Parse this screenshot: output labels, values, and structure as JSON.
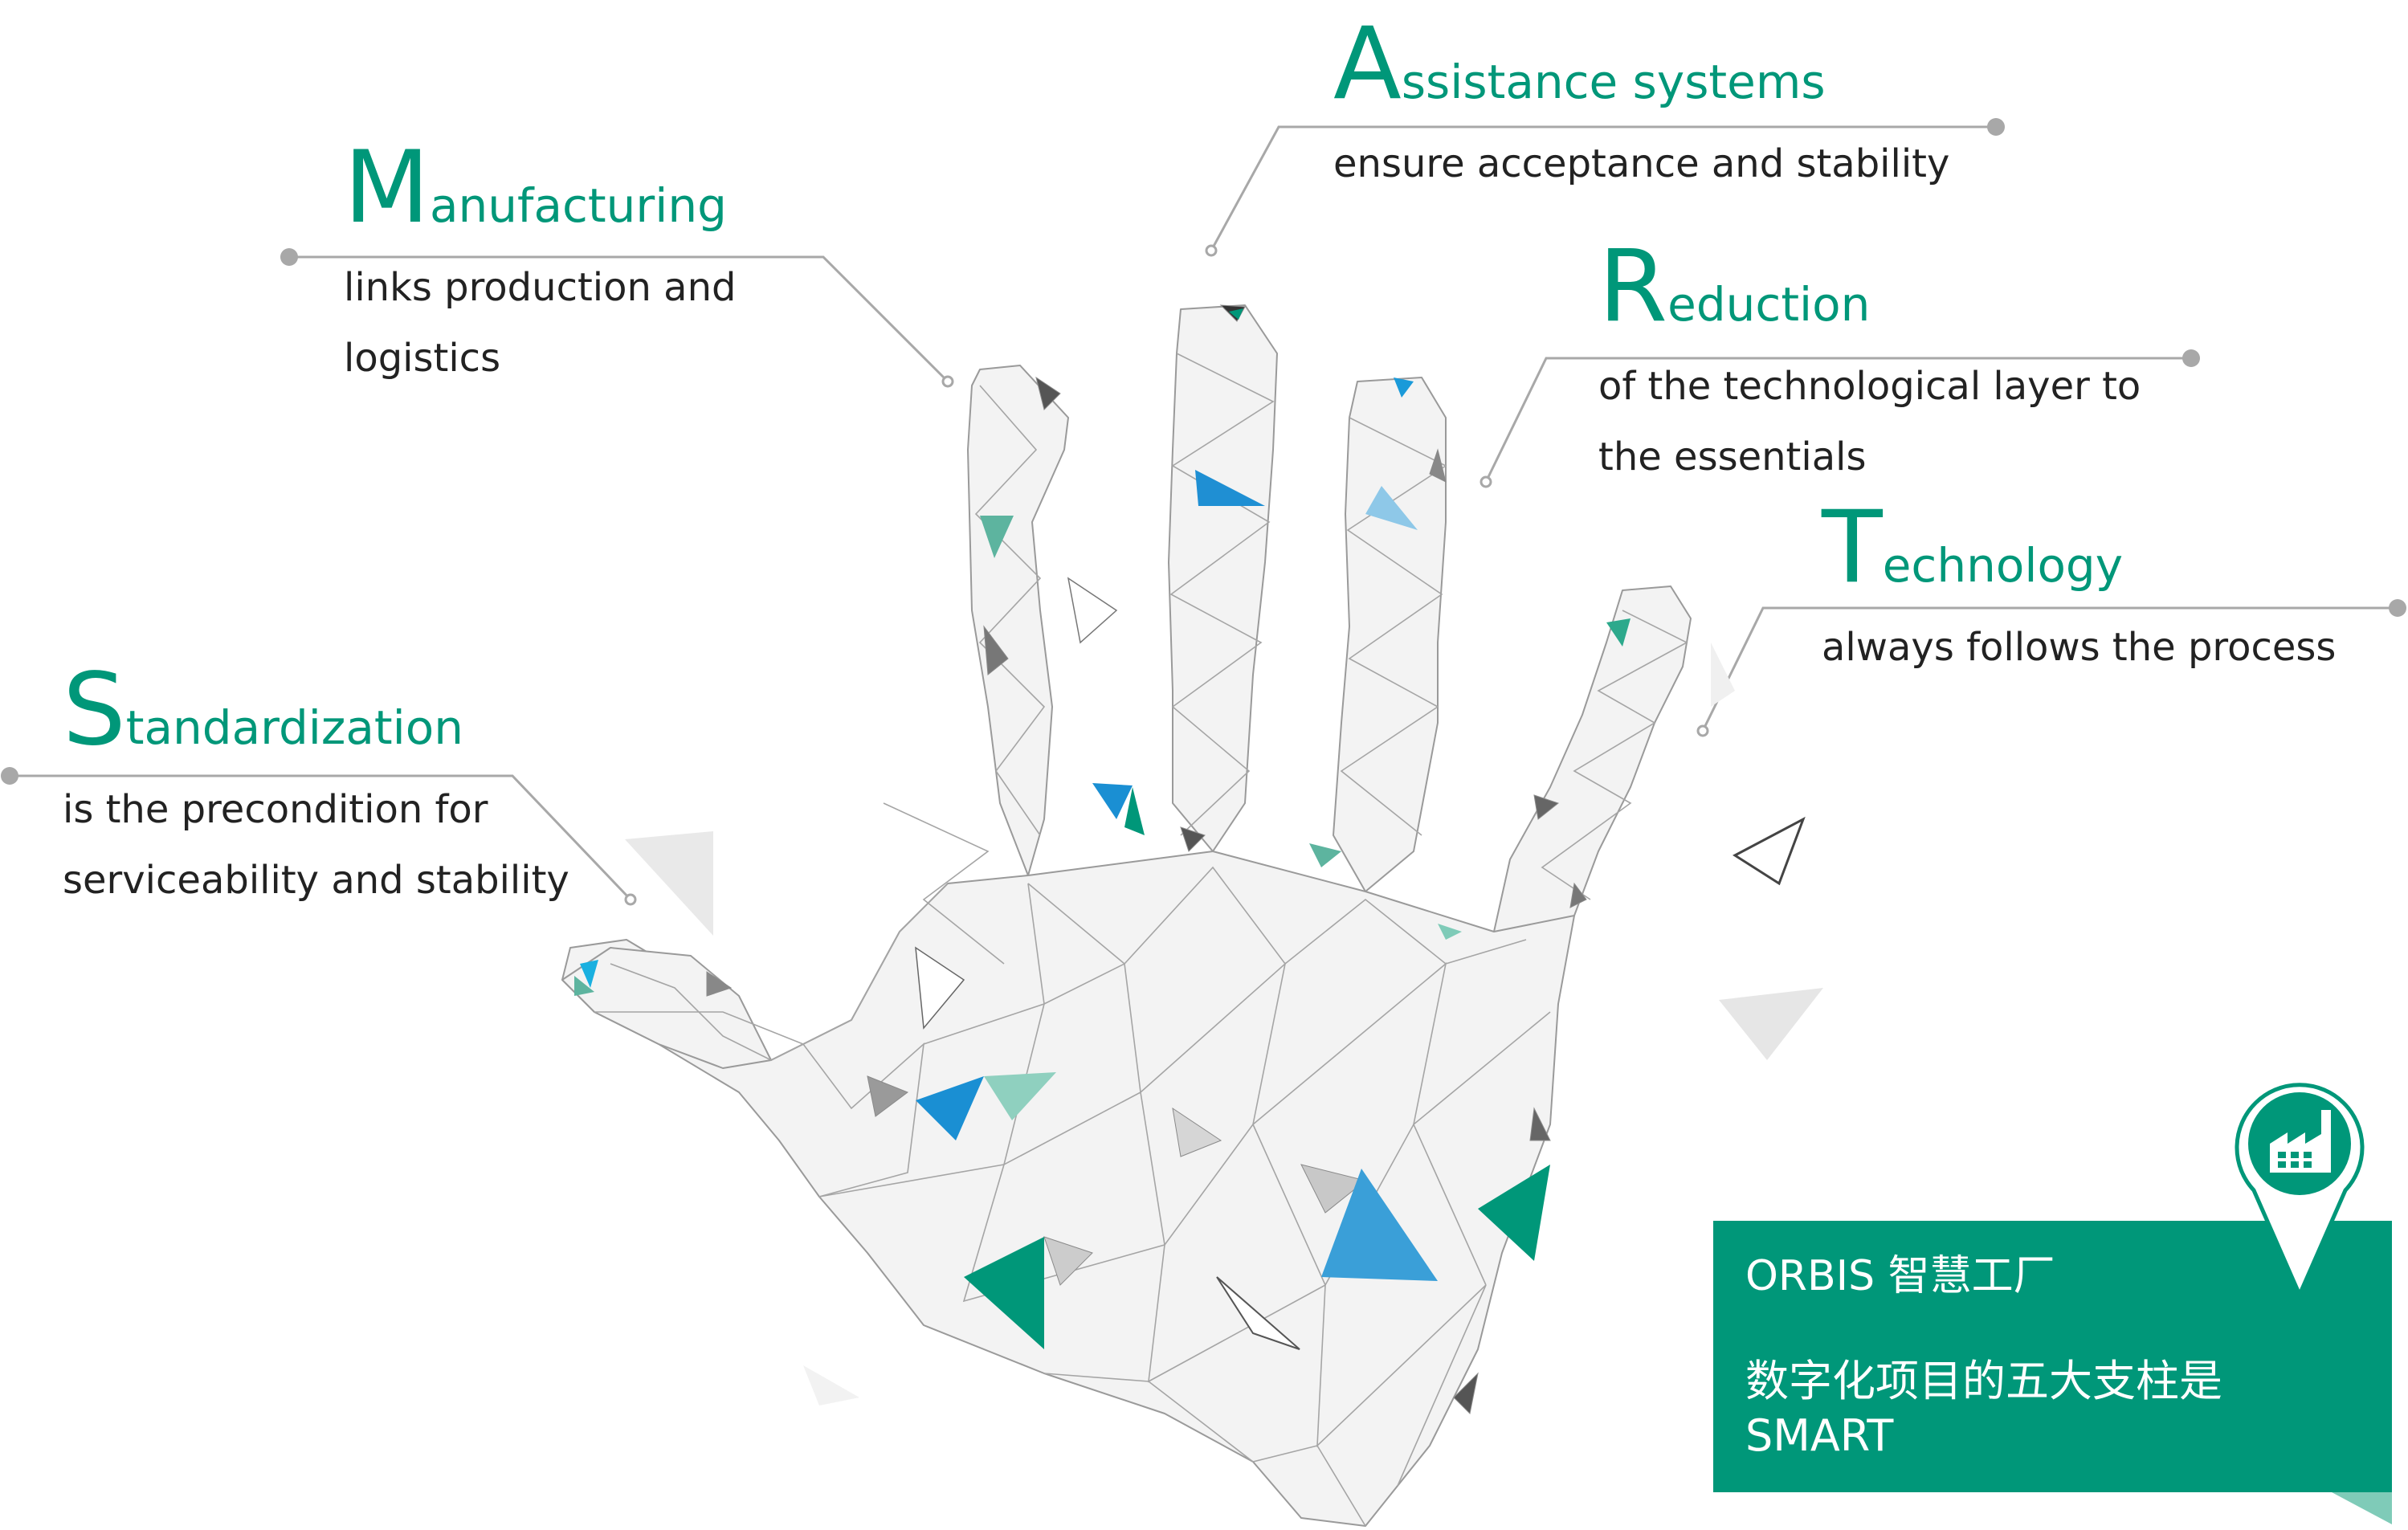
{
  "pillars": {
    "manufacturing": {
      "initial": "M",
      "rest": "anufacturing",
      "desc_line1": "links production and",
      "desc_line2": "logistics"
    },
    "assistance": {
      "initial": "A",
      "rest": "ssistance systems",
      "desc_line1": "ensure acceptance and stability"
    },
    "reduction": {
      "initial": "R",
      "rest": "eduction",
      "desc_line1": "of the technological layer to",
      "desc_line2": "the essentials"
    },
    "technology": {
      "initial": "T",
      "rest": "echnology",
      "desc_line1": "always follows the process"
    },
    "standardization": {
      "initial": "S",
      "rest": "tandardization",
      "desc_line1": "is the precondition for",
      "desc_line2": "serviceability and stability"
    }
  },
  "orbis_box": {
    "title": "ORBIS 智慧工厂",
    "subtitle_line1": "数字化项目的五大支柱是",
    "subtitle_line2": "SMART",
    "icon": "factory-icon"
  },
  "colors": {
    "accent": "#009779",
    "accent_light": "#7fcbb8",
    "blue": "#2a8fd0",
    "light_blue": "#8ec8e8",
    "mesh_line": "#9a9a9a",
    "connector": "#a0a0a0"
  }
}
